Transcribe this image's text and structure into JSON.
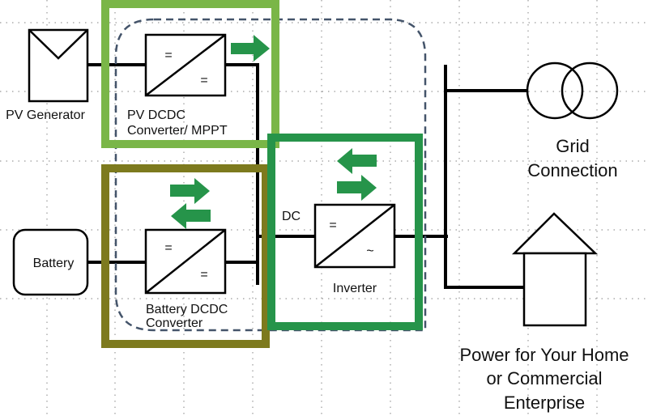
{
  "diagram": {
    "title": "PV with battery storage system block diagram",
    "colors": {
      "pv_dcdc_frame": "#7ab648",
      "battery_dcdc_frame": "#7d7a1e",
      "inverter_frame": "#26944a",
      "flow_arrow": "#26944a",
      "dc_bus_boundary": "#44546a",
      "lines": "#000000"
    },
    "components": {
      "pv_generator": {
        "label": "PV Generator",
        "icon": "solar-panel-icon"
      },
      "pv_dcdc": {
        "label_line1": "PV DCDC",
        "label_line2": "Converter/ MPPT",
        "symbol_in": "=",
        "symbol_out": "=",
        "flow": "right"
      },
      "battery": {
        "label": "Battery"
      },
      "battery_dcdc": {
        "label_line1": "Battery DCDC",
        "label_line2": "Converter",
        "symbol_in": "=",
        "symbol_out": "=",
        "flow": "bidirectional"
      },
      "inverter": {
        "label": "Inverter",
        "bus_label": "DC",
        "symbol_in": "=",
        "symbol_out": "~",
        "flow": "bidirectional"
      },
      "grid": {
        "label_line1": "Grid",
        "label_line2": "Connection",
        "icon": "transformer-icon"
      },
      "load": {
        "label_line1": "Power for Your Home",
        "label_line2": "or Commercial",
        "label_line3": "Enterprise",
        "icon": "house-icon"
      }
    }
  }
}
